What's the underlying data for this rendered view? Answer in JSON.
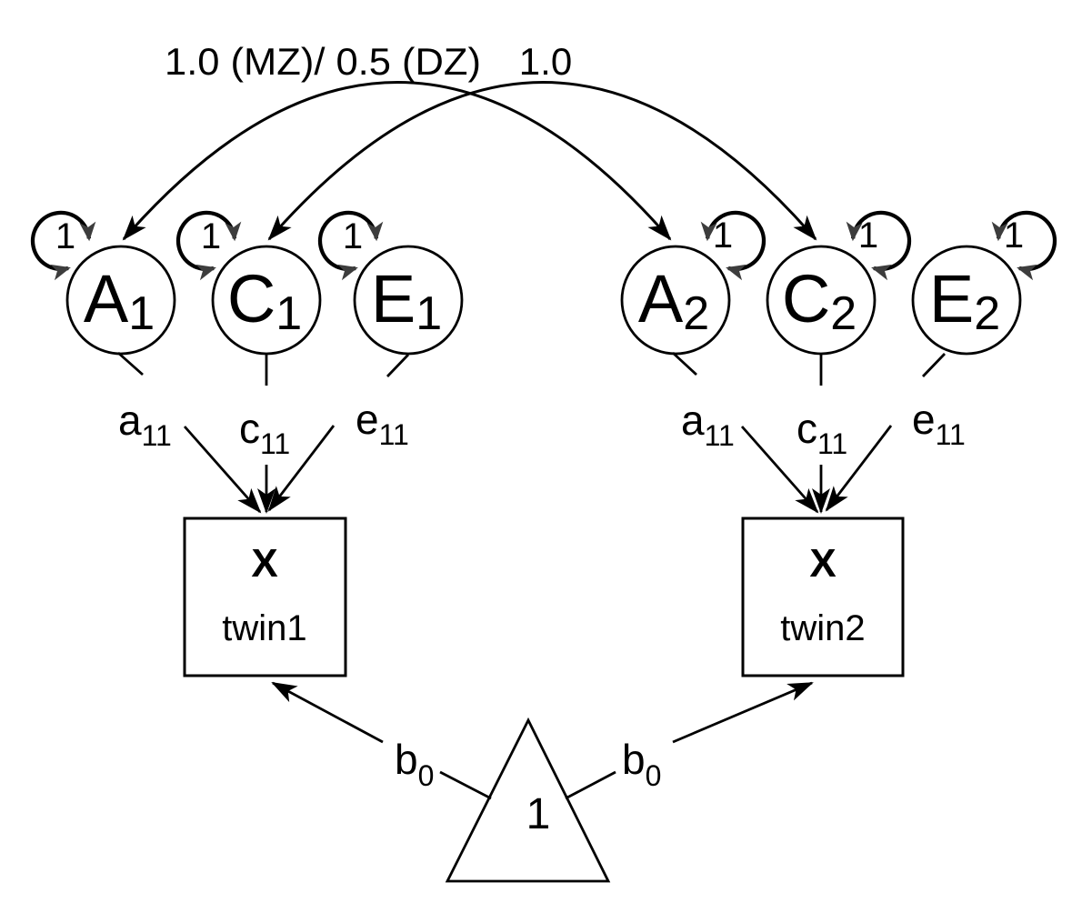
{
  "diagram": {
    "kind": "ACE twin-model path diagram",
    "cross_paths": [
      {
        "from": "A1",
        "to": "A2",
        "label": "1.0 (MZ)/ 0.5 (DZ)"
      },
      {
        "from": "C1",
        "to": "C2",
        "label": "1.0"
      }
    ],
    "latents": [
      {
        "id": "A1",
        "letter": "A",
        "sub": "1",
        "variance_label": "1"
      },
      {
        "id": "C1",
        "letter": "C",
        "sub": "1",
        "variance_label": "1"
      },
      {
        "id": "E1",
        "letter": "E",
        "sub": "1",
        "variance_label": "1"
      },
      {
        "id": "A2",
        "letter": "A",
        "sub": "2",
        "variance_label": "1"
      },
      {
        "id": "C2",
        "letter": "C",
        "sub": "2",
        "variance_label": "1"
      },
      {
        "id": "E2",
        "letter": "E",
        "sub": "2",
        "variance_label": "1"
      }
    ],
    "loadings": [
      {
        "twin": 1,
        "base": "a",
        "sub": "11"
      },
      {
        "twin": 1,
        "base": "c",
        "sub": "11"
      },
      {
        "twin": 1,
        "base": "e",
        "sub": "11"
      },
      {
        "twin": 2,
        "base": "a",
        "sub": "11"
      },
      {
        "twin": 2,
        "base": "c",
        "sub": "11"
      },
      {
        "twin": 2,
        "base": "e",
        "sub": "11"
      }
    ],
    "observed": [
      {
        "name": "X",
        "label": "twin1"
      },
      {
        "name": "X",
        "label": "twin2"
      }
    ],
    "constant_label": "1",
    "mean_paths": [
      {
        "base": "b",
        "sub": "0"
      },
      {
        "base": "b",
        "sub": "0"
      }
    ],
    "colors": {
      "line": "#000000",
      "loop_arrowhead": "#3d3d3d",
      "background": "#ffffff"
    }
  }
}
